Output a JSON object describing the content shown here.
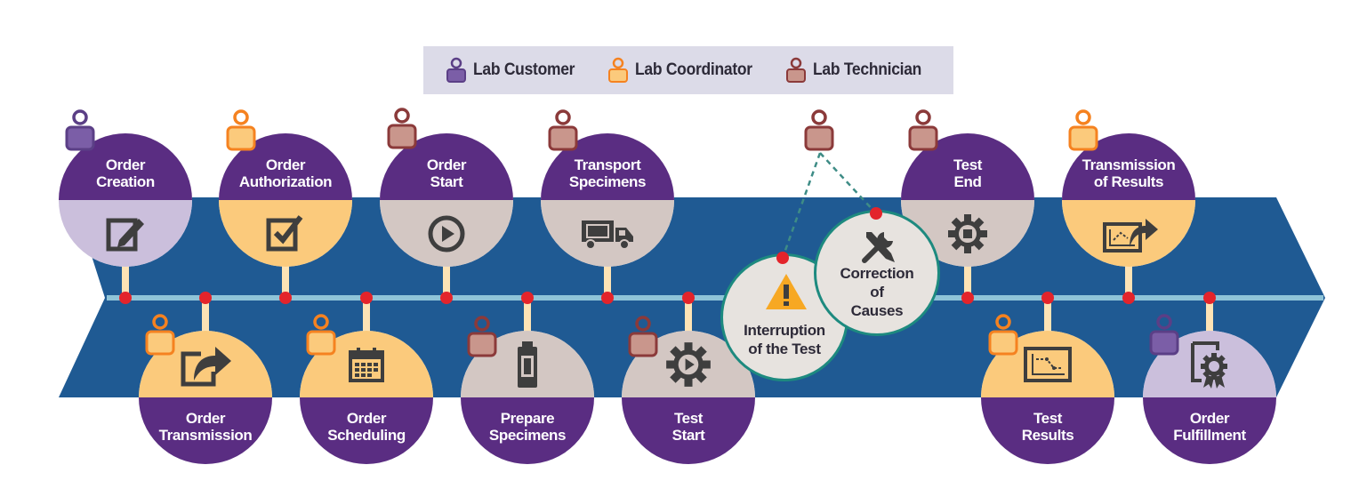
{
  "legend": {
    "customer_label": "Lab Customer",
    "coordinator_label": "Lab Coordinator",
    "technician_label": "Lab Technician"
  },
  "colors": {
    "arrow": "#1f5a93",
    "timeline": "#8fc4d8",
    "dot": "#e3242b",
    "caption": "#5a2d82",
    "customer": "#7b5ea7",
    "customer_fill": "#cbbfdc",
    "coordinator": "#f58220",
    "coordinator_fill": "#fbca7c",
    "technician": "#8b3a3a",
    "technician_fill": "#d3c7c3",
    "dashed_link": "#3e8c86",
    "bubble_border": "#1d8a7f",
    "warning": "#f7a823"
  },
  "steps_top": [
    {
      "label": "Order\nCreation",
      "role": "customer",
      "icon": "edit-icon"
    },
    {
      "label": "Order\nAuthorization",
      "role": "coordinator",
      "icon": "checkbox-icon"
    },
    {
      "label": "Order\nStart",
      "role": "technician",
      "icon": "play-icon"
    },
    {
      "label": "Transport\nSpecimens",
      "role": "technician",
      "icon": "truck-icon"
    },
    {
      "label": "Test\nEnd",
      "role": "technician",
      "icon": "stop-gear-icon"
    },
    {
      "label": "Transmission\nof Results",
      "role": "coordinator",
      "icon": "share-chart-icon"
    }
  ],
  "steps_bottom": [
    {
      "label": "Order\nTransmission",
      "role": "coordinator",
      "icon": "share-icon"
    },
    {
      "label": "Order\nScheduling",
      "role": "coordinator",
      "icon": "calendar-icon"
    },
    {
      "label": "Prepare\nSpecimens",
      "role": "technician",
      "icon": "specimen-tube-icon"
    },
    {
      "label": "Test\nStart",
      "role": "technician",
      "icon": "play-gear-icon"
    },
    {
      "label": "Test\nResults",
      "role": "coordinator",
      "icon": "chart-icon"
    },
    {
      "label": "Order\nFulfillment",
      "role": "customer",
      "icon": "certificate-icon"
    }
  ],
  "interruption": {
    "label": "Interruption\nof the Test",
    "role": "technician",
    "icon": "warning-icon"
  },
  "correction": {
    "label": "Correction\nof\nCauses",
    "icon": "tools-icon"
  }
}
